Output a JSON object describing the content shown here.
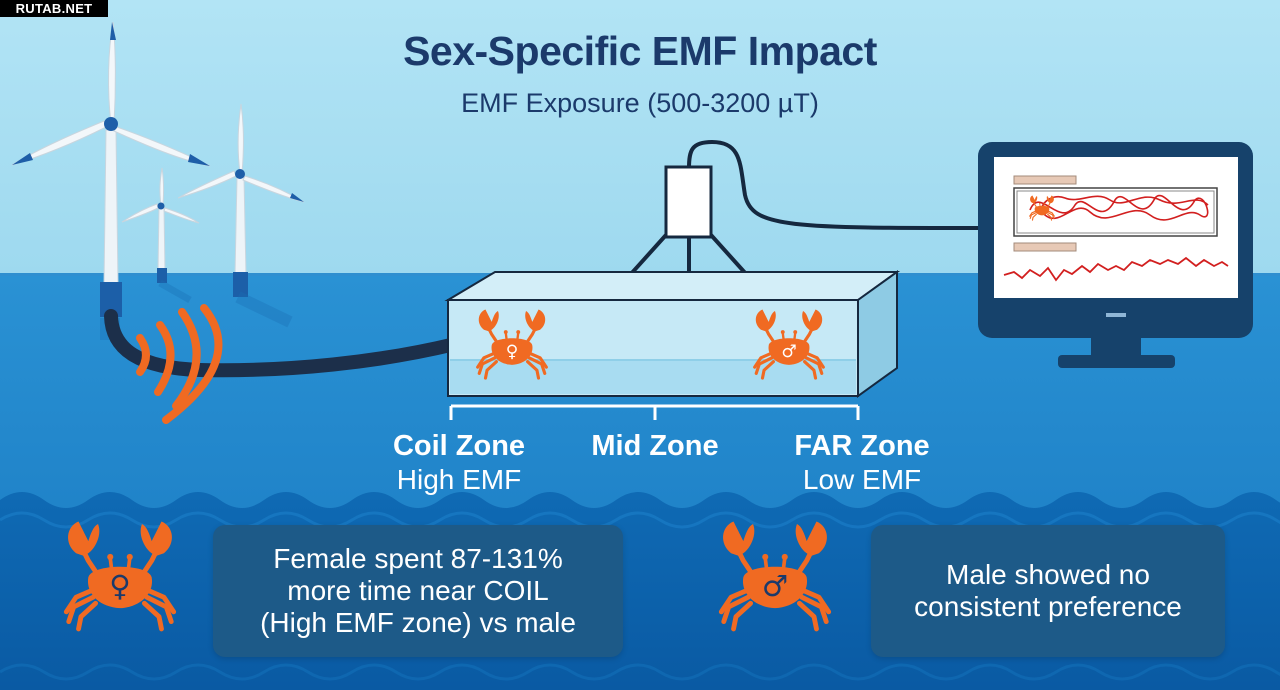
{
  "watermark": "RUTAB.NET",
  "title": "Sex-Specific EMF Impact",
  "subtitle": "EMF Exposure (500-3200 µT)",
  "tank_symbols": {
    "female": "♀",
    "male": "♂"
  },
  "zones": [
    {
      "name": "Coil Zone",
      "sub": "High EMF"
    },
    {
      "name": "Mid Zone",
      "sub": ""
    },
    {
      "name": "FAR Zone",
      "sub": "Low EMF"
    }
  ],
  "findings": {
    "female": {
      "symbol": "♀",
      "lines": [
        "Female spent 87-131%",
        "more time near COIL",
        "(High EMF zone) vs male"
      ]
    },
    "male": {
      "symbol": "♂",
      "lines": [
        "Male showed no",
        "consistent preference"
      ]
    }
  },
  "colors": {
    "sky": "#a9e0f3",
    "sea": "#1f86cc",
    "deep_sea": "#0d63ad",
    "navy_text": "#1b3a6b",
    "crab": "#f06a22",
    "emf_waves": "#f06a22",
    "card": "#1d5a88",
    "trace": "#d21f1f"
  },
  "icons": [
    "wind-turbine-icon",
    "crab-icon",
    "computer-monitor-icon",
    "emf-waves-icon",
    "sensor-camera-icon"
  ]
}
